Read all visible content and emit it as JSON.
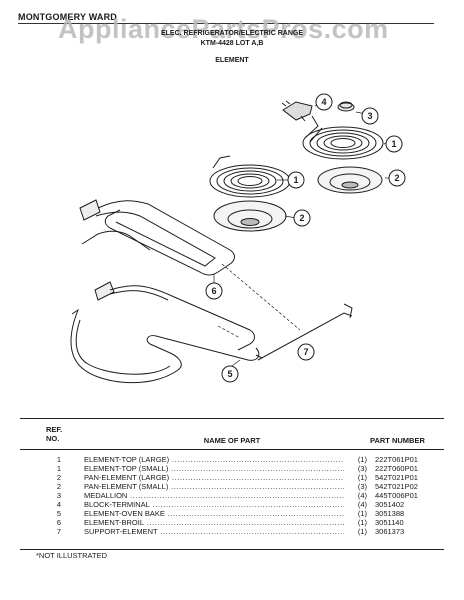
{
  "header": {
    "brand": "MONTGOMERY WARD",
    "watermark": "AppliancePartsPros.com",
    "subtitle": "ELEC. REFRIGERATOR/ELECTRIC RANGE",
    "model": "KTM-4428 LOT A,B",
    "section": "ELEMENT"
  },
  "callouts": [
    "1",
    "2",
    "1",
    "2",
    "3",
    "4",
    "5",
    "6",
    "7"
  ],
  "table": {
    "ref_header": "REF. NO.",
    "name_header": "NAME OF PART",
    "pn_header": "PART NUMBER",
    "rows": [
      {
        "ref": "1",
        "name": "ELEMENT-TOP (LARGE)",
        "qty": "(1)",
        "pn": "222T061P01"
      },
      {
        "ref": "1",
        "name": "ELEMENT-TOP (SMALL)",
        "qty": "(3)",
        "pn": "222T060P01"
      },
      {
        "ref": "2",
        "name": "PAN-ELEMENT (LARGE)",
        "qty": "(1)",
        "pn": "542T021P01"
      },
      {
        "ref": "2",
        "name": "PAN-ELEMENT (SMALL)",
        "qty": "(3)",
        "pn": "542T021P02"
      },
      {
        "ref": "3",
        "name": "MEDALLION",
        "qty": "(4)",
        "pn": "445T006P01"
      },
      {
        "ref": "4",
        "name": "BLOCK-TERMINAL",
        "qty": "(4)",
        "pn": "3051402"
      },
      {
        "ref": "5",
        "name": "ELEMENT-OVEN BAKE",
        "qty": "(1)",
        "pn": "3051388"
      },
      {
        "ref": "6",
        "name": "ELEMENT-BROIL",
        "qty": "(1)",
        "pn": "3051140"
      },
      {
        "ref": "7",
        "name": "SUPPORT-ELEMENT",
        "qty": "(1)",
        "pn": "3061373"
      }
    ]
  },
  "footnote": "*NOT ILLUSTRATED"
}
